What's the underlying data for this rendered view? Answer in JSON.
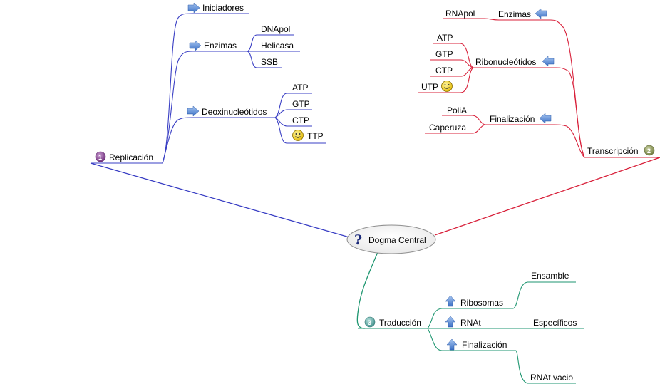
{
  "central": {
    "label": "Dogma Central"
  },
  "colors": {
    "replicacion": "#3a3fc4",
    "transcripcion": "#d8203a",
    "traduccion": "#1e9670",
    "arrow": "#4a7fd0",
    "smiley": "#f2d21a"
  },
  "replicacion": {
    "label": "Replicación",
    "number": "1",
    "iniciadores": "Iniciadores",
    "enzimas": {
      "label": "Enzimas",
      "items": [
        "DNApol",
        "Helicasa",
        "SSB"
      ]
    },
    "deoxi": {
      "label": "Deoxinucleótidos",
      "items": [
        "ATP",
        "GTP",
        "CTP",
        "TTP"
      ]
    }
  },
  "transcripcion": {
    "label": "Transcripción",
    "number": "2",
    "enzimas": {
      "label": "Enzimas",
      "items": [
        "RNApol"
      ]
    },
    "ribo": {
      "label": "Ribonucleótidos",
      "items": [
        "ATP",
        "GTP",
        "CTP",
        "UTP"
      ]
    },
    "finalizacion": {
      "label": "Finalización",
      "items": [
        "PoliA",
        "Caperuza"
      ]
    }
  },
  "traduccion": {
    "label": "Traducción",
    "number": "3",
    "ribosomas": {
      "label": "Ribosomas",
      "items": [
        "Ensamble"
      ]
    },
    "rnat": {
      "label": "RNAt",
      "items": [
        "Específicos"
      ]
    },
    "finalizacion": {
      "label": "Finalización",
      "items": [
        "RNAt vacio"
      ]
    }
  }
}
